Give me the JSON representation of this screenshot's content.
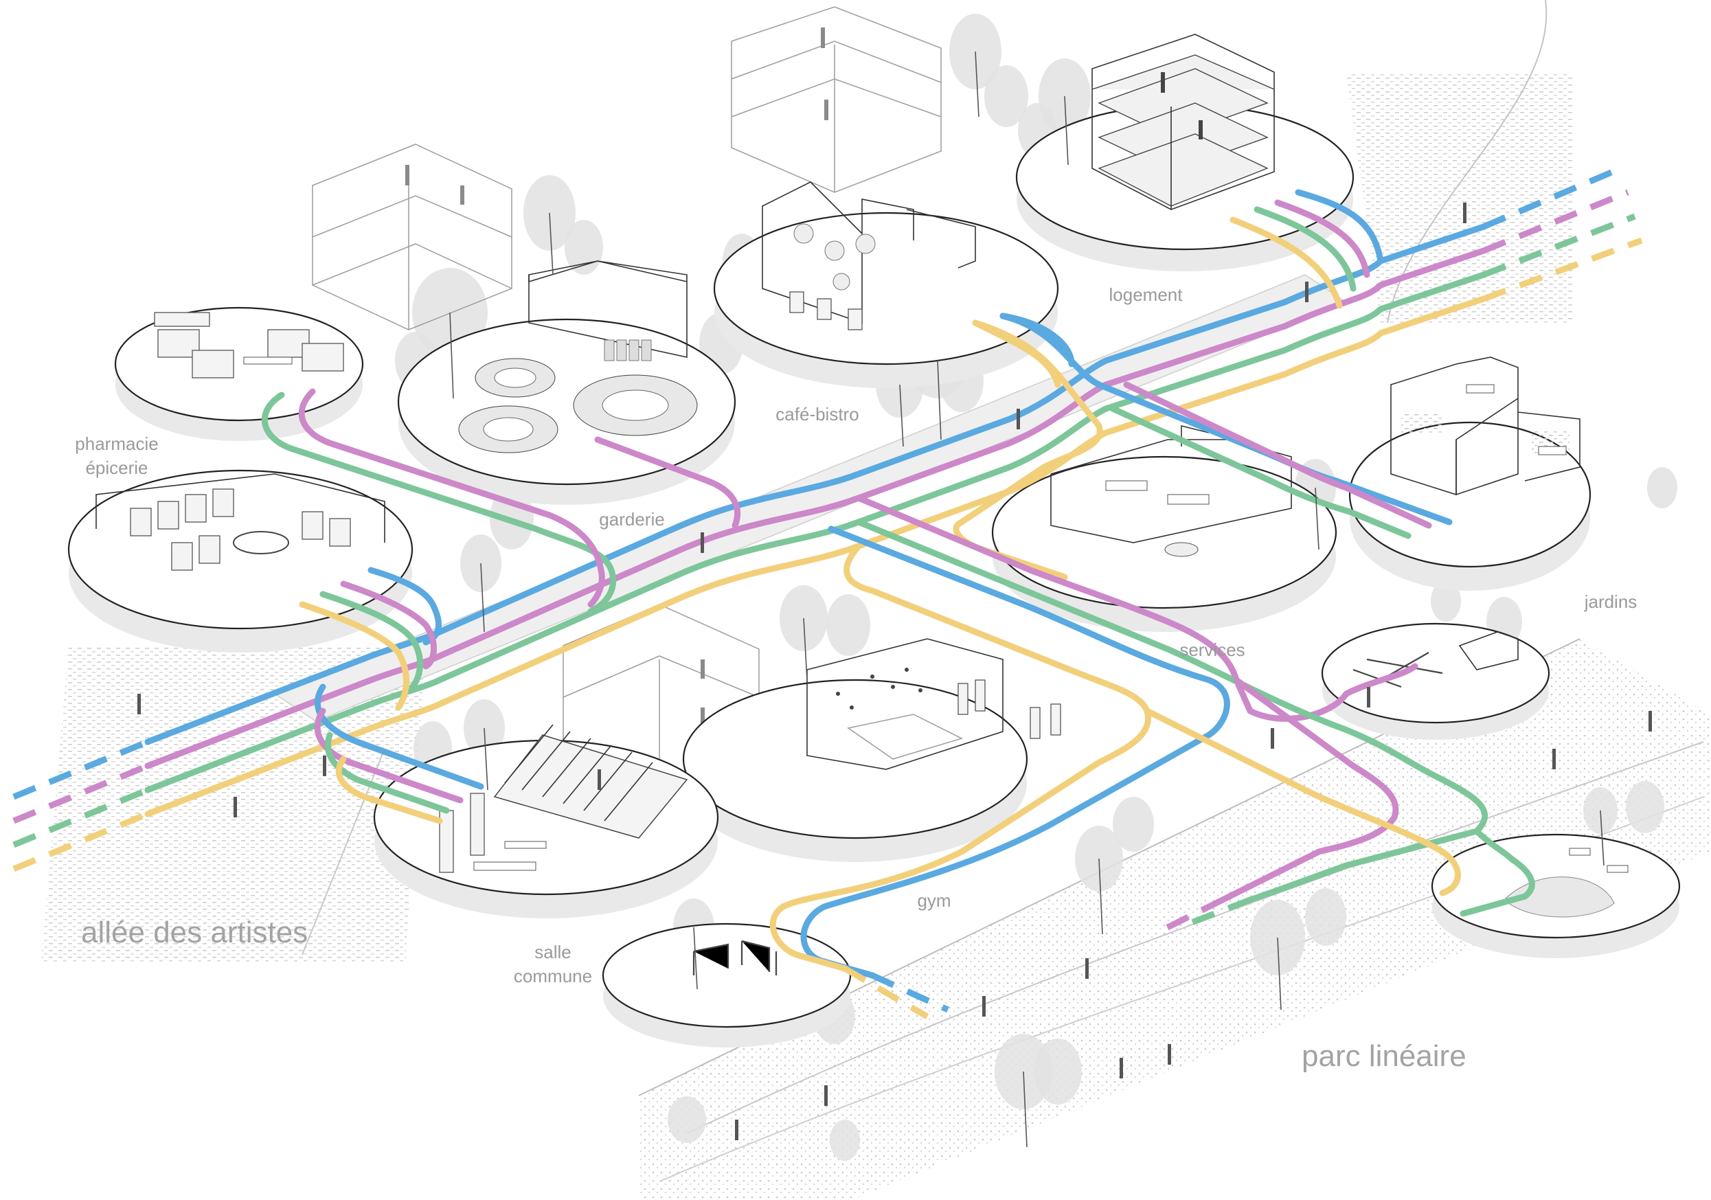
{
  "labels": {
    "pharmacie_line1": "pharmacie",
    "pharmacie_line2": "épicerie",
    "garderie": "garderie",
    "cafe_bistro": "café-bistro",
    "logement": "logement",
    "jardins": "jardins",
    "services": "services",
    "gym": "gym",
    "salle_line1": "salle",
    "salle_line2": "commune",
    "allee": "allée des artistes",
    "parc": "parc linéaire"
  },
  "colors": {
    "blue": "#5aa9e0",
    "violet": "#cc88c9",
    "green": "#7dc69a",
    "yellow": "#f2cf7a",
    "label_gray": "#9a9a9a"
  }
}
